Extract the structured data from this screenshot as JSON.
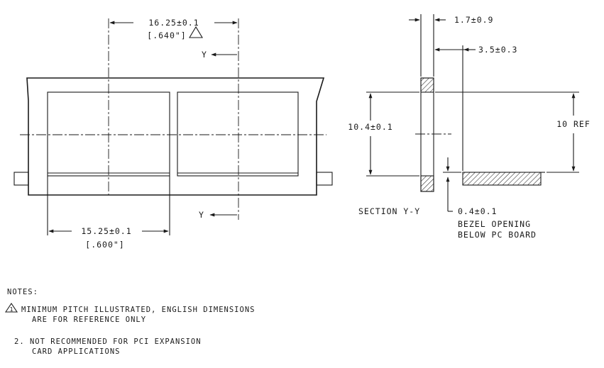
{
  "dims": {
    "pitch_metric": "16.25±0.1",
    "pitch_english": "[.640\"]",
    "width_metric": "15.25±0.1",
    "width_english": "[.600\"]",
    "thickness_top": "1.7±0.9",
    "depth": "3.5±0.3",
    "height": "10.4±0.1",
    "ref_height": "10 REF",
    "bezel_gap": "0.4±0.1"
  },
  "labels": {
    "section_y_top": "Y",
    "section_y_bottom": "Y",
    "section_title": "SECTION  Y-Y",
    "bezel_line1": "BEZEL OPENING",
    "bezel_line2": "BELOW PC BOARD"
  },
  "notes": {
    "heading": "NOTES:",
    "note1_marker": "1",
    "note1_line1": "MINIMUM PITCH ILLUSTRATED, ENGLISH DIMENSIONS",
    "note1_line2": "ARE FOR REFERENCE ONLY",
    "note2_line1": "2. NOT RECOMMENDED FOR PCI EXPANSION",
    "note2_line2": "CARD APPLICATIONS"
  }
}
